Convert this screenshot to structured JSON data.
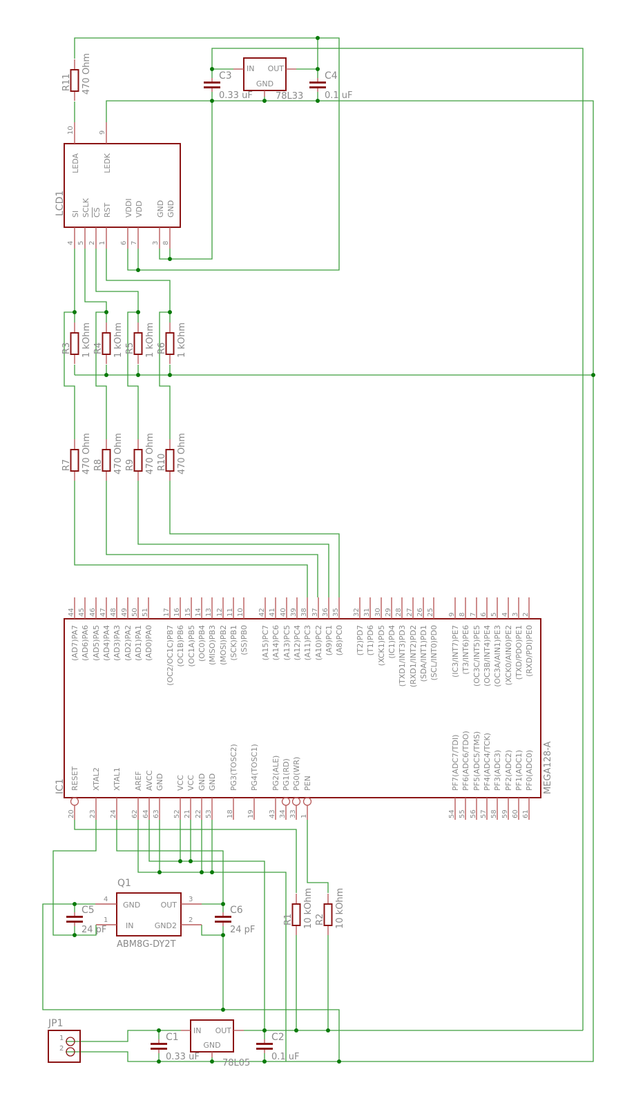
{
  "lcd": {
    "ref": "LCD1",
    "top_pins": [
      {
        "name": "LEDA",
        "num": "10"
      },
      {
        "name": "LEDK",
        "num": "9"
      }
    ],
    "bottom_pins": [
      {
        "name": "SI",
        "num": "4"
      },
      {
        "name": "SCLK",
        "num": "5"
      },
      {
        "name": "CS",
        "num": "2",
        "overline": true
      },
      {
        "name": "RST",
        "num": "1"
      },
      {
        "name": "VDDI",
        "num": "6"
      },
      {
        "name": "VDD",
        "num": "7"
      },
      {
        "name": "GND",
        "num": "3"
      },
      {
        "name": "GND",
        "num": "8"
      }
    ]
  },
  "mcu": {
    "ref": "IC1",
    "value": "MEGA128-A",
    "top_pins": [
      {
        "name": "(AD7)PA7",
        "num": "44"
      },
      {
        "name": "(AD6)PA6",
        "num": "45"
      },
      {
        "name": "(AD5)PA5",
        "num": "46"
      },
      {
        "name": "(AD4)PA4",
        "num": "47"
      },
      {
        "name": "(AD3)PA3",
        "num": "48"
      },
      {
        "name": "(AD2)PA2",
        "num": "49"
      },
      {
        "name": "(AD1)PA1",
        "num": "50"
      },
      {
        "name": "(AD0)PA0",
        "num": "51"
      },
      {
        "name": "(OC2/OC1C)PB7",
        "num": "17"
      },
      {
        "name": "(OC1B)PB6",
        "num": "16"
      },
      {
        "name": "(OC1A)PB5",
        "num": "15"
      },
      {
        "name": "(OC0)PB4",
        "num": "14"
      },
      {
        "name": "(MISO)PB3",
        "num": "13"
      },
      {
        "name": "(MOSI)PB2",
        "num": "12"
      },
      {
        "name": "(SCK)PB1",
        "num": "11"
      },
      {
        "name": "(SS)PB0",
        "num": "10"
      },
      {
        "name": "(A15)PC7",
        "num": "42"
      },
      {
        "name": "(A14)PC6",
        "num": "41"
      },
      {
        "name": "(A13)PC5",
        "num": "40"
      },
      {
        "name": "(A12)PC4",
        "num": "39"
      },
      {
        "name": "(A11)PC3",
        "num": "38"
      },
      {
        "name": "(A10)PC2",
        "num": "37"
      },
      {
        "name": "(A9)PC1",
        "num": "36"
      },
      {
        "name": "(A8)PC0",
        "num": "35"
      },
      {
        "name": "(T2)PD7",
        "num": "32"
      },
      {
        "name": "(T1)PD6",
        "num": "31"
      },
      {
        "name": "(XCK1)PD5",
        "num": "30"
      },
      {
        "name": "(IC1)PD4",
        "num": "29"
      },
      {
        "name": "(TXD1/INT3)PD3",
        "num": "28"
      },
      {
        "name": "(RXD1/INT2)PD2",
        "num": "27"
      },
      {
        "name": "(SDA/INT1)PD1",
        "num": "26"
      },
      {
        "name": "(SCL/INT0)PD0",
        "num": "25"
      },
      {
        "name": "(IC3/INT7)PE7",
        "num": "9"
      },
      {
        "name": "(T3/INT6)PE6",
        "num": "8"
      },
      {
        "name": "(OC3C/INT5)PE5",
        "num": "7"
      },
      {
        "name": "(OC3B/INT4)PE4",
        "num": "6"
      },
      {
        "name": "(OC3A/AIN1)PE3",
        "num": "5"
      },
      {
        "name": "(XCK0/AIN0)PE2",
        "num": "4"
      },
      {
        "name": "(TXD/PDO)PE1",
        "num": "3"
      },
      {
        "name": "(RXD/PDI)PE0",
        "num": "2"
      }
    ],
    "bottom_pins": [
      {
        "name": "RESET",
        "num": "20"
      },
      {
        "name": "XTAL2",
        "num": "23"
      },
      {
        "name": "XTAL1",
        "num": "24"
      },
      {
        "name": "AREF",
        "num": "62"
      },
      {
        "name": "AVCC",
        "num": "64"
      },
      {
        "name": "GND",
        "num": "63"
      },
      {
        "name": "VCC",
        "num": "52"
      },
      {
        "name": "VCC",
        "num": "21"
      },
      {
        "name": "GND",
        "num": "22"
      },
      {
        "name": "GND",
        "num": "53"
      },
      {
        "name": "PG3(TOSC2)",
        "num": "18"
      },
      {
        "name": "PG4(TOSC1)",
        "num": "19"
      },
      {
        "name": "PG2(ALE)",
        "num": "43"
      },
      {
        "name": "PG1(RD)",
        "num": "34"
      },
      {
        "name": "PG0(WR)",
        "num": "33"
      },
      {
        "name": "PEN",
        "num": "1"
      },
      {
        "name": "PF7(ADC7/TDI)",
        "num": "54"
      },
      {
        "name": "PF6(ADC6/TDO)",
        "num": "55"
      },
      {
        "name": "PF5(ADC5/TMS)",
        "num": "56"
      },
      {
        "name": "PF4(ADC4/TCK)",
        "num": "57"
      },
      {
        "name": "PF3(ADC3)",
        "num": "58"
      },
      {
        "name": "PF2(ADC2)",
        "num": "59"
      },
      {
        "name": "PF1(ADC1)",
        "num": "60"
      },
      {
        "name": "PF0(ADC0)",
        "num": "61"
      }
    ]
  },
  "resistors": [
    {
      "ref": "R11",
      "value": "470 Ohm"
    },
    {
      "ref": "R3",
      "value": "1 kOhm"
    },
    {
      "ref": "R4",
      "value": "1 kOhm"
    },
    {
      "ref": "R5",
      "value": "1 kOhm"
    },
    {
      "ref": "R6",
      "value": "1 kOhm"
    },
    {
      "ref": "R7",
      "value": "470 Ohm"
    },
    {
      "ref": "R8",
      "value": "470 Ohm"
    },
    {
      "ref": "R9",
      "value": "470 Ohm"
    },
    {
      "ref": "R10",
      "value": "470 Ohm"
    },
    {
      "ref": "R1",
      "value": "10 kOhm"
    },
    {
      "ref": "R2",
      "value": "10 kOhm"
    }
  ],
  "capacitors": [
    {
      "ref": "C3",
      "value": "0.33 uF"
    },
    {
      "ref": "C4",
      "value": "0.1 uF"
    },
    {
      "ref": "C5",
      "value": "24 pF"
    },
    {
      "ref": "C6",
      "value": "24 pF"
    },
    {
      "ref": "C1",
      "value": "0.33 uF"
    },
    {
      "ref": "C2",
      "value": "0.1 uF"
    }
  ],
  "regulators": [
    {
      "value": "78L33",
      "pins": [
        "IN",
        "OUT",
        "GND"
      ]
    },
    {
      "value": "78L05",
      "pins": [
        "IN",
        "OUT",
        "GND"
      ]
    }
  ],
  "crystal": {
    "ref": "Q1",
    "value": "ABM8G-DY2T",
    "pins": [
      {
        "name": "GND",
        "num": "4"
      },
      {
        "name": "OUT",
        "num": "3"
      },
      {
        "name": "IN",
        "num": "1"
      },
      {
        "name": "GND2",
        "num": "2"
      }
    ]
  },
  "connector": {
    "ref": "JP1",
    "pins": [
      "1",
      "2"
    ]
  },
  "colors": {
    "wire": "#3c9e3c",
    "junction": "#0b7a0b",
    "pin": "#b85a5a",
    "body": "#8b1414",
    "text": "#8a8a8a",
    "background": "#ffffff"
  }
}
